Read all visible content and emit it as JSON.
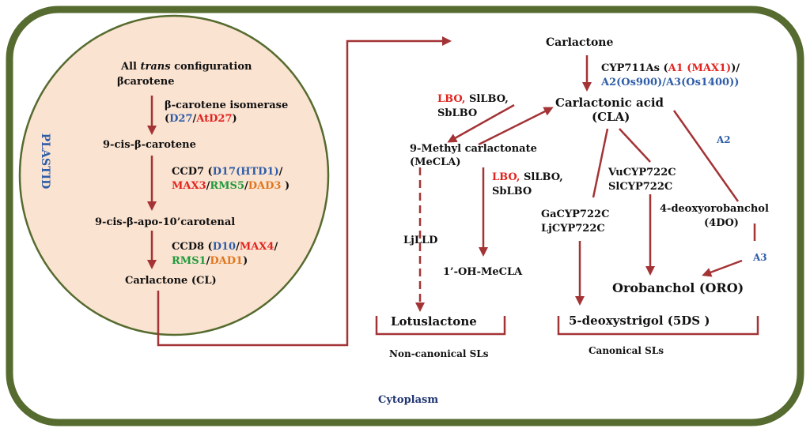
{
  "colors": {
    "arrow": "#a33335",
    "frame": "#556b2f",
    "plastid_fill": "#fbe3d1",
    "blue": "#2e5da8",
    "red": "#e3231f",
    "green": "#1f9a3c",
    "orange": "#e0761c",
    "navy": "#1f3470"
  },
  "compartments": {
    "plastid": "PLASTID",
    "cytoplasm": "Cytoplasm"
  },
  "plastid_steps": {
    "beta_carotene_1": "All ",
    "beta_carotene_italic": "trans",
    "beta_carotene_2": " configuration",
    "beta_carotene_3": "βcarotene",
    "isomerase": "β-carotene isomerase",
    "iso_open": "(",
    "iso_d27": "D27",
    "iso_slash": "/",
    "iso_atd27": "AtD27",
    "iso_close": ")",
    "cis_carotene": "9-cis-β-carotene",
    "ccd7": "CCD7 ",
    "ccd7_open": "(",
    "ccd7_d17": "D17(HTD1)",
    "ccd7_s1": "/",
    "ccd7_max3": "MAX3",
    "ccd7_s2": "/",
    "ccd7_rms5": "RMS5",
    "ccd7_s3": "/",
    "ccd7_dad3": "DAD3",
    "ccd7_close": " )",
    "apo_carotenal": "9-cis-β-apo-10’carotenal",
    "ccd8": "CCD8 ",
    "ccd8_open": "(",
    "ccd8_d10": "D10",
    "ccd8_s1": "/",
    "ccd8_max4": "MAX4",
    "ccd8_s2": "/",
    "ccd8_rms1": "RMS1",
    "ccd8_s3": "/",
    "ccd8_dad1": "DAD1",
    "ccd8_close": ")",
    "carlactone_cl": "Carlactone (CL)"
  },
  "cytoplasm_steps": {
    "carlactone": "Carlactone",
    "cyp711": "CYP711As ",
    "cyp711_open": "(",
    "cyp711_a1": "A1 (MAX1)",
    "cyp711_close": ")/",
    "cyp711_a2": "A2(Os900)/A3(Os1400))",
    "carlactonic_acid": "Carlactonic acid",
    "cla": "(CLA)",
    "lbo_top_red": "LBO,",
    "lbo_top_black": " SlLBO,",
    "lbo_top_line2": "SbLBO",
    "mecla_1": "9-Methyl carlactonate",
    "mecla_2": "(MeCLA)",
    "lbo_mid_red": "LBO,",
    "lbo_mid_black": " SlLBO,",
    "lbo_mid_line2": "SbLBO",
    "vucyp": "VuCYP722C",
    "slcyp": "SlCYP722C",
    "a2_label": "A2",
    "gacyp": "GaCYP722C",
    "ljcyp": "LjCYP722C",
    "deoxyorobanchol": "4-deoxyorobanchol",
    "dorob_abbr": "(4DO)",
    "ljlld": "LjLLD",
    "oh_mecla": "1’-OH-MeCLA",
    "a3_label": "A3",
    "orobanchol": "Orobanchol (ORO)",
    "lotuslactone": "Lotuslactone",
    "deoxystrigol": "5-deoxystrigol (5DS )",
    "non_canonical": "Non-canonical SLs",
    "canonical": "Canonical SLs"
  }
}
